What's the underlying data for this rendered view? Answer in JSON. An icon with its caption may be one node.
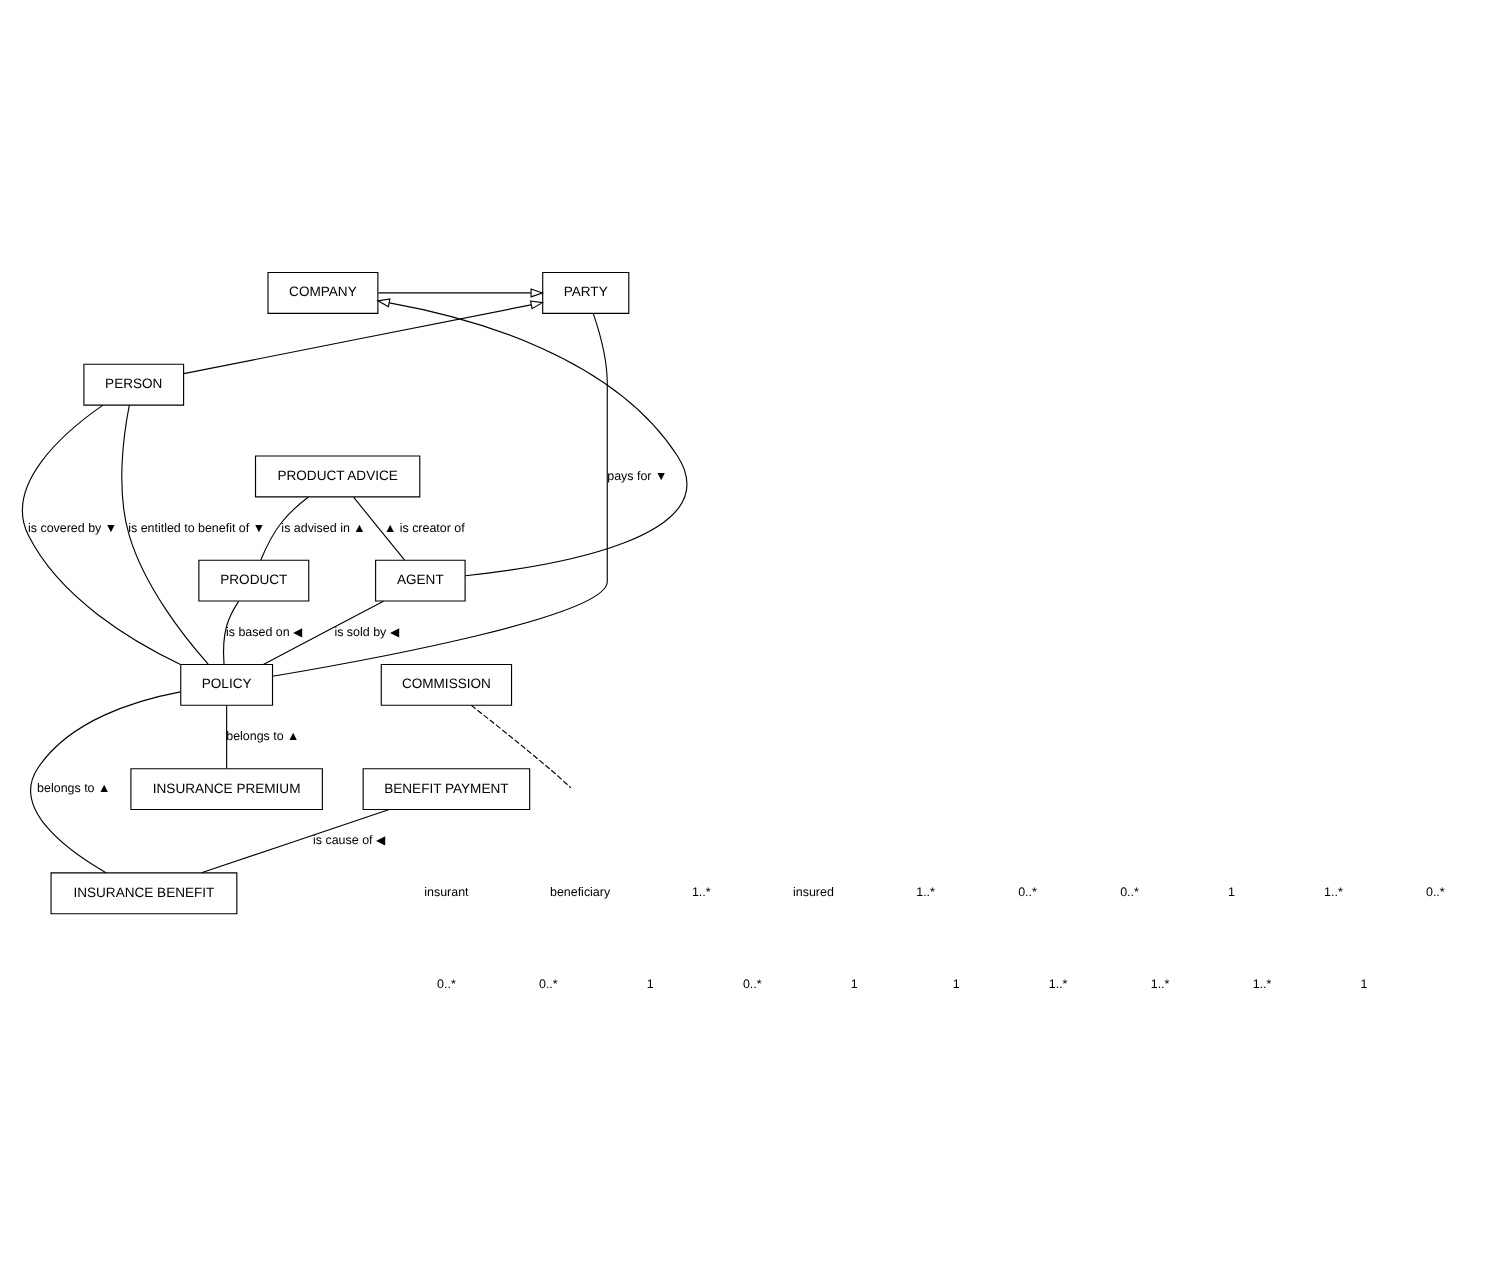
{
  "diagram": {
    "nodes": [
      {
        "text": [
          "COMPANY"
        ]
      },
      {
        "text": [
          "PARTY"
        ]
      },
      {
        "text": [
          "PERSON"
        ]
      },
      {
        "text": [
          "PRODUCT ADVICE"
        ]
      },
      {
        "text": [
          "AGENT"
        ]
      },
      {
        "text": [
          "PRODUCT"
        ]
      },
      {
        "text": [
          "POLICY"
        ]
      },
      {
        "text": [
          "COMMISSION"
        ]
      },
      {
        "text": [
          "BENEFIT PAYMENT"
        ]
      },
      {
        "text": [
          "INSURANCE BENEFIT"
        ]
      },
      {
        "text": [
          "INSURANCE PREMIUM"
        ]
      }
    ],
    "edges": [
      {
        "from": 4,
        "to": 0,
        "arrow": "to"
      },
      {
        "from": 0,
        "to": 1,
        "arrow": "to"
      },
      {
        "from": 2,
        "to": 1,
        "arrow": "to"
      },
      {
        "from": 2,
        "to": 6,
        "arrow": "none",
        "label": "is entitled to benefit of ▼"
      },
      {
        "from": 2,
        "to": 6,
        "arrow": "none",
        "label": "is covered by ▼"
      },
      {
        "from": 1,
        "to": 6,
        "arrow": "none",
        "label": "pays for ▼"
      },
      {
        "from": 3,
        "to": 4,
        "arrow": "none",
        "label": "▲ is creator of"
      },
      {
        "from": 3,
        "to": 5,
        "arrow": "none",
        "label": "is advised in ▲"
      },
      {
        "from": 5,
        "to": 6,
        "arrow": "none",
        "label": "is based on ◀"
      },
      {
        "from": 4,
        "to": 6,
        "arrow": "none",
        "label": "is sold by ◀"
      },
      {
        "from": 7,
        "to": null,
        "arrow": "none",
        "style": "dashed"
      },
      {
        "from": 6,
        "to": 9,
        "arrow": "none",
        "label": "belongs to ▲"
      },
      {
        "from": 6,
        "to": 10,
        "arrow": "none",
        "label": "belongs to ▲"
      },
      {
        "from": 8,
        "to": 9,
        "arrow": "none",
        "label": "is cause of ◀"
      }
    ],
    "labels": [
      "insurant",
      "beneficiary",
      "1..*",
      "insured",
      "1..*",
      "0..*",
      "0..*",
      "1",
      "1..*",
      "0..*",
      "0..*",
      "0..*",
      "1",
      "0..*",
      "1",
      "1",
      "1..*",
      "1..*",
      "1..*",
      "1"
    ]
  }
}
